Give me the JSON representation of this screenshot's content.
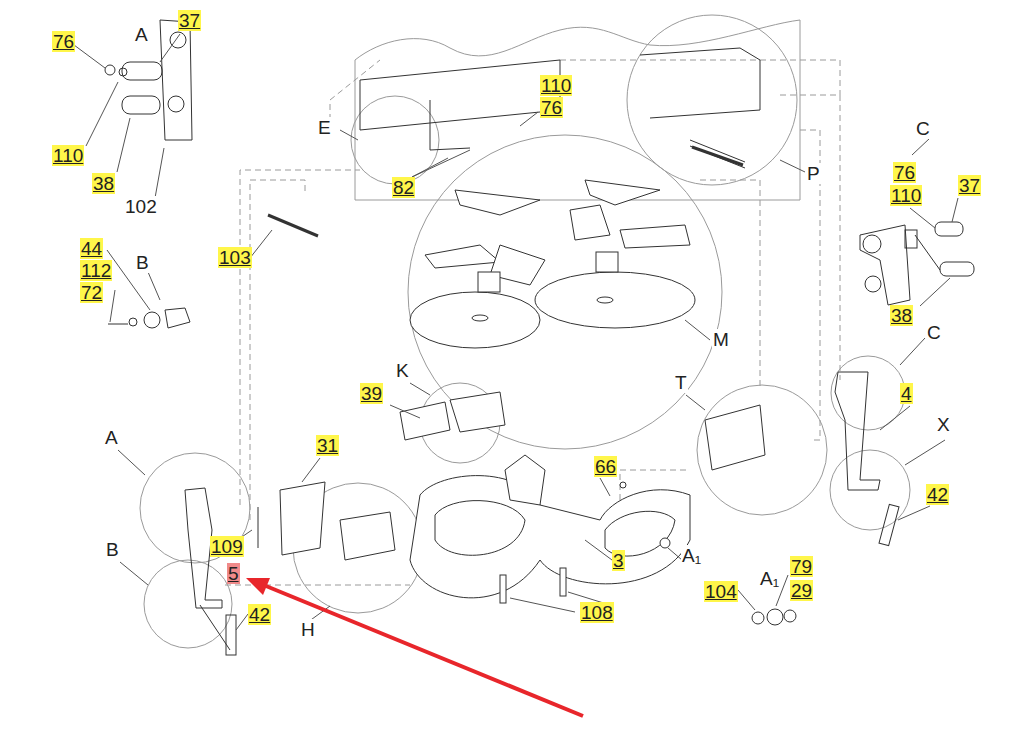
{
  "diagram": {
    "labels": [
      "76",
      "A",
      "37",
      "110",
      "38",
      "102",
      "110",
      "76",
      "E",
      "82",
      "C",
      "76",
      "110",
      "37",
      "103",
      "P",
      "44",
      "112",
      "72",
      "B",
      "38",
      "M",
      "C",
      "39",
      "K",
      "T",
      "4",
      "X",
      "A",
      "31",
      "66",
      "42",
      "B",
      "109",
      "5",
      "3",
      "A₁",
      "A₁",
      "79",
      "29",
      "104",
      "108",
      "42",
      "H"
    ]
  }
}
